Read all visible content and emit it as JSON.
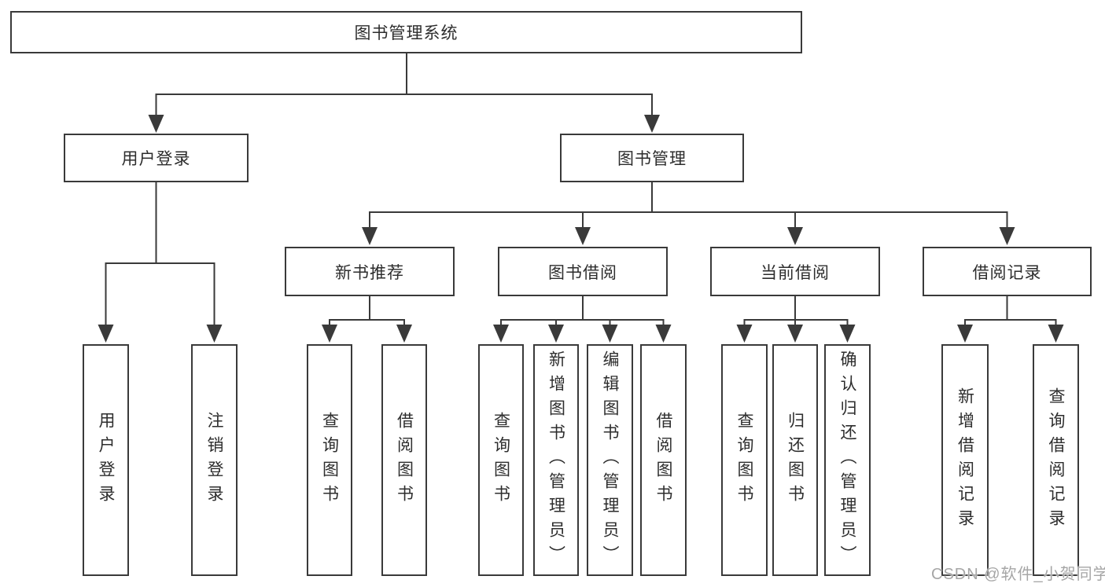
{
  "tree": {
    "root": "图书管理系统",
    "branches": [
      {
        "label": "用户登录",
        "leaves": [
          "用户登录",
          "注销登录"
        ]
      },
      {
        "label": "图书管理",
        "groups": [
          {
            "label": "新书推荐",
            "leaves": [
              "查询图书",
              "借阅图书"
            ]
          },
          {
            "label": "图书借阅",
            "leaves": [
              "查询图书",
              "新增图书（管理员）",
              "编辑图书（管理员）",
              "借阅图书"
            ]
          },
          {
            "label": "当前借阅",
            "leaves": [
              "查询图书",
              "归还图书",
              "确认归还（管理员）"
            ]
          },
          {
            "label": "借阅记录",
            "leaves": [
              "新增借阅记录",
              "查询借阅记录"
            ]
          }
        ]
      }
    ]
  },
  "style": {
    "line_color": "#3a3a3a",
    "box_background": "#ffffff",
    "text_color": "#2d2d2d",
    "watermark_color": "#a6a6a6"
  },
  "watermark": "CSDN @软件_小贺同学"
}
